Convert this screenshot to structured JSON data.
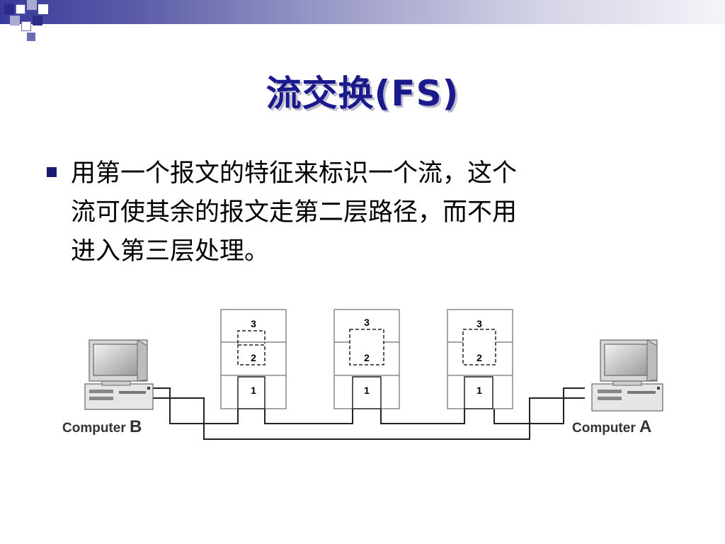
{
  "slide": {
    "title": "流交换(FS)",
    "bullet_lines": [
      "用第一个报文的特征来标识一个流，这个",
      "流可使其余的报文走第二层路径，而不用",
      "进入第三层处理。"
    ]
  },
  "diagram": {
    "computer_left": {
      "prefix": "Computer ",
      "letter": "B"
    },
    "computer_right": {
      "prefix": "Computer ",
      "letter": "A"
    },
    "stack_layers": [
      "3",
      "2",
      "1"
    ]
  },
  "colors": {
    "title": "#1a1a8c",
    "accent_dark": "#2b2b8a",
    "accent_mid": "#6b6bb5",
    "accent_light": "#a9a9d4"
  }
}
